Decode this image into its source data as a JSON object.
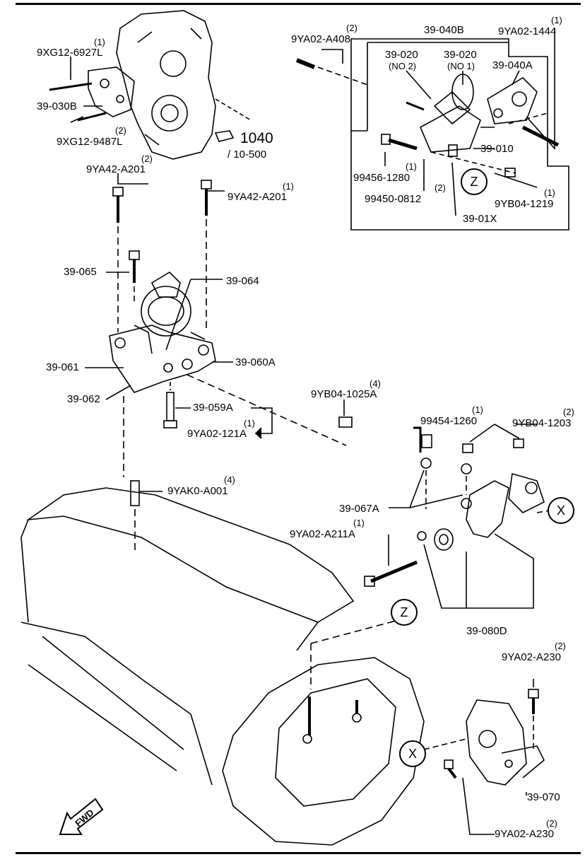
{
  "labels": {
    "p9XG12_6927L": "9XG12-6927L",
    "p9XG12_6927L_q": "(1)",
    "p39_030B": "39-030B",
    "p9XG12_9487L": "9XG12-9487L",
    "p9XG12_9487L_q": "(2)",
    "p1040": "1040",
    "p10_500": "/ 10-500",
    "p9YA42_A201_a": "9YA42-A201",
    "p9YA42_A201_a_q": "(2)",
    "p9YA42_A201_b": "9YA42-A201",
    "p9YA42_A201_b_q": "(1)",
    "p39_065": "39-065",
    "p39_064": "39-064",
    "p39_061": "39-061",
    "p39_060A": "39-060A",
    "p39_062": "39-062",
    "p39_059A": "39-059A",
    "p9YA02_121A": "9YA02-121A",
    "p9YA02_121A_q": "(1)",
    "p9YB04_1025A": "9YB04-1025A",
    "p9YB04_1025A_q": "(4)",
    "p9YAK0_A001": "9YAK0-A001",
    "p9YAK0_A001_q": "(4)",
    "p9YA02_A408": "9YA02-A408",
    "p9YA02_A408_q": "(2)",
    "p39_040B": "39-040B",
    "p9YA02_1444": "9YA02-1444",
    "p9YA02_1444_q": "(1)",
    "p39_020_a": "39-020",
    "p39_020_a_sub": "(NO 2)",
    "p39_020_b": "39-020",
    "p39_020_b_sub": "(NO 1)",
    "p39_040A": "39-040A",
    "p39_010": "39-010",
    "p99456_1280": "99456-1280",
    "p99456_1280_q": "(1)",
    "p99450_0812": "99450-0812",
    "p99450_0812_q": "(2)",
    "p9YB04_1219": "9YB04-1219",
    "p9YB04_1219_q": "(1)",
    "p39_01X": "39-01X",
    "p99454_1260": "99454-1260",
    "p99454_1260_q": "(1)",
    "p9YB04_1203": "9YB04-1203",
    "p9YB04_1203_q": "(2)",
    "p39_067A": "39-067A",
    "p9YA02_A211A": "9YA02-A211A",
    "p9YA02_A211A_q": "(1)",
    "p39_080D": "39-080D",
    "p9YA02_A230_a": "9YA02-A230",
    "p9YA02_A230_a_q": "(2)",
    "p39_070": "39-070",
    "p9YA02_A230_b": "9YA02-A230",
    "p9YA02_A230_b_q": "(2)",
    "markerZ": "Z",
    "markerX": "X",
    "fwd": "FWD"
  }
}
